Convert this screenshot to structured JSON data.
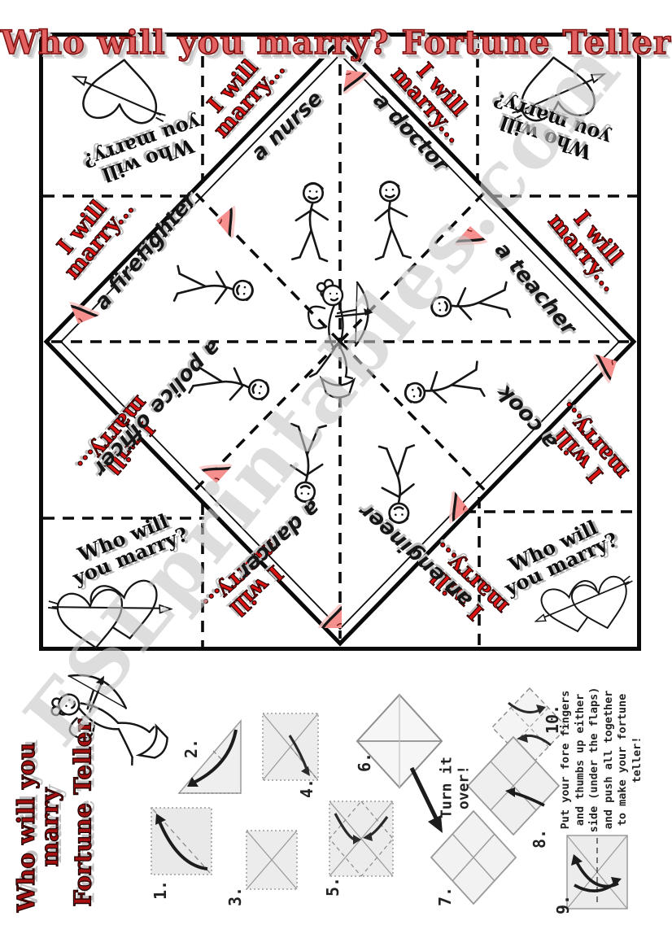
{
  "page": {
    "title": "Who will you marry? Fortune Teller"
  },
  "fortune_teller": {
    "corner_question": "Who will you marry?",
    "flap_text": "I will marry...",
    "professions": [
      "a nurse",
      "a doctor",
      "a firefighter",
      "a teacher",
      "a police officer",
      "a cook",
      "a dancer",
      "an engineer"
    ]
  },
  "watermark": "ESLprintables.com",
  "folding_instructions": {
    "side_title_line1": "Who will you marry",
    "side_title_line2": "Fortune Teller",
    "turn_note": "Turn it over!",
    "final_note": "Put your fore fingers and thumbs up either side (under the flaps) and push all together to make your fortune teller!",
    "step_labels": [
      "1.",
      "2.",
      "3.",
      "4.",
      "5.",
      "6.",
      "7.",
      "8.",
      "9.",
      "10."
    ]
  },
  "colors": {
    "title_red": "#e2605f",
    "flap_red": "#dd1414",
    "side_title_red": "#a61111",
    "heart_pink": "#f5908e",
    "outline_black": "#161616",
    "shadow_gray": "#bdbdbd",
    "watermark_gray": "#c7c7c7"
  }
}
